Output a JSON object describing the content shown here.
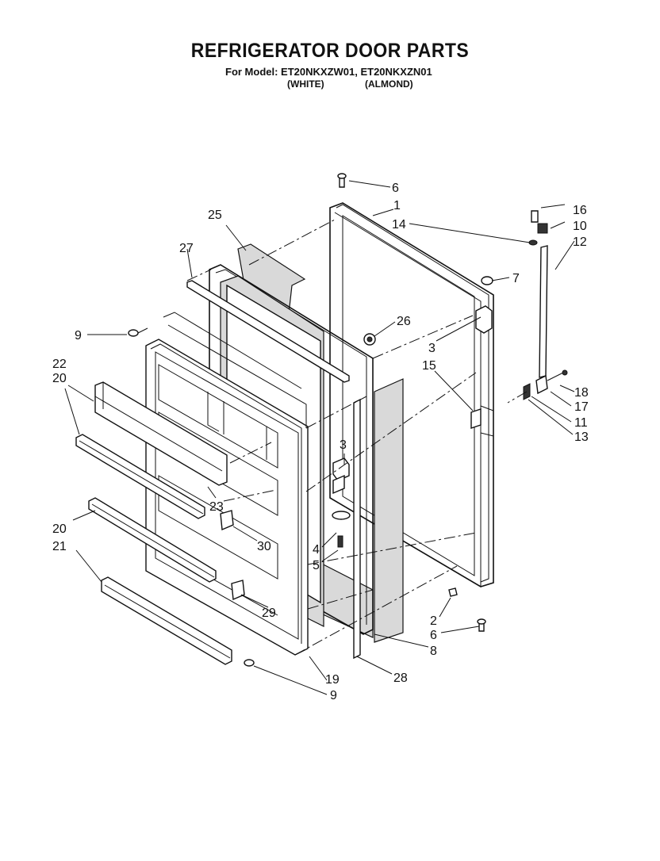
{
  "title": "REFRIGERATOR DOOR PARTS",
  "model_line": "For Model: ET20NKXZW01, ET20NKXZN01",
  "variants": {
    "white": "(WHITE)",
    "almond": "(ALMOND)"
  },
  "callouts": {
    "c1": "1",
    "c2": "2",
    "c3a": "3",
    "c3b": "3",
    "c4": "4",
    "c5": "5",
    "c6a": "6",
    "c6b": "6",
    "c7": "7",
    "c8": "8",
    "c9a": "9",
    "c9b": "9",
    "c10": "10",
    "c11": "11",
    "c12": "12",
    "c13": "13",
    "c14": "14",
    "c15": "15",
    "c16": "16",
    "c17": "17",
    "c18": "18",
    "c19": "19",
    "c20a": "20",
    "c20b": "20",
    "c21": "21",
    "c22": "22",
    "c23": "23",
    "c25": "25",
    "c26": "26",
    "c27": "27",
    "c28": "28",
    "c29": "29",
    "c30": "30"
  }
}
